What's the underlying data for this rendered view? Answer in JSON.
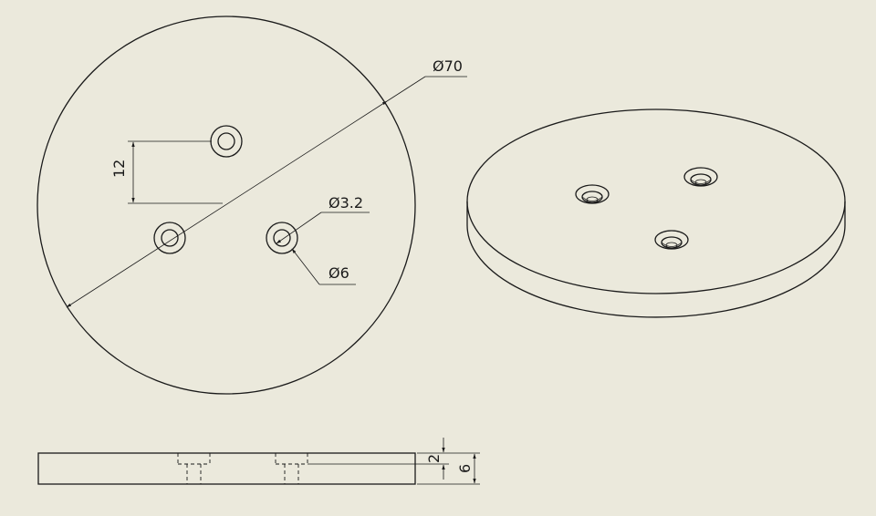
{
  "background_color": "#ebe9dc",
  "line_color": "#1a1a1a",
  "dimensions": {
    "outer_diameter": "Ø70",
    "hole_spacing": "12",
    "hole_diameter": "Ø3.2",
    "counterbore_diameter": "Ø6",
    "counterbore_depth": "2",
    "plate_thickness": "6"
  }
}
